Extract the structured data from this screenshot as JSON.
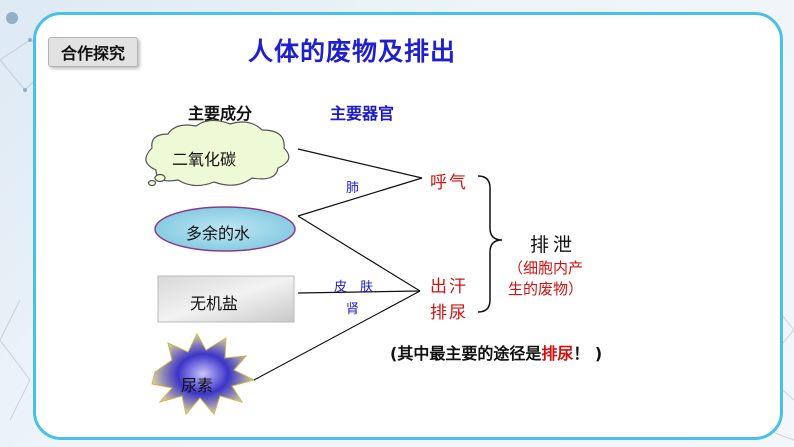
{
  "header": {
    "badge": "合作探究",
    "title": "人体的废物及排出"
  },
  "columns": {
    "components": "主要成分",
    "organs": "主要器官"
  },
  "components": [
    "二氧化碳",
    "多余的水",
    "无机盐",
    "尿素"
  ],
  "organs": {
    "lung": "肺",
    "skin": "皮　肤",
    "kidney": "肾"
  },
  "routes": {
    "breathe": "呼气",
    "sweat": "出汗",
    "urinate": "排尿"
  },
  "excretion": {
    "label": "排泄",
    "explain_line1": "（细胞内产",
    "explain_line2": "生的废物）"
  },
  "note": {
    "prefix": "(其中最主要的途径是",
    "highlight": "排尿",
    "suffix": "！ )"
  },
  "colors": {
    "border": "#47c1e6",
    "title": "#1f1fd0",
    "emphasis": "#d11212",
    "organ": "#1a1ac8"
  }
}
